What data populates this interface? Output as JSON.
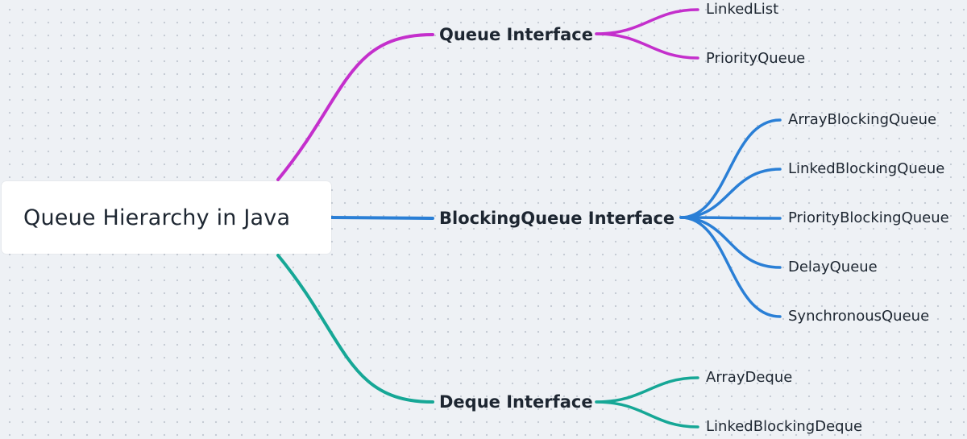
{
  "root": {
    "label": "Queue Hierarchy in Java"
  },
  "branches": [
    {
      "label": "Queue Interface",
      "color": "#c42fcc",
      "children": [
        "LinkedList",
        "PriorityQueue"
      ]
    },
    {
      "label": "BlockingQueue Interface",
      "color": "#2a7fd6",
      "children": [
        "ArrayBlockingQueue",
        "LinkedBlockingQueue",
        "PriorityBlockingQueue",
        "DelayQueue",
        "SynchronousQueue"
      ]
    },
    {
      "label": "Deque Interface",
      "color": "#16a796",
      "children": [
        "ArrayDeque",
        "LinkedBlockingDeque"
      ]
    }
  ]
}
